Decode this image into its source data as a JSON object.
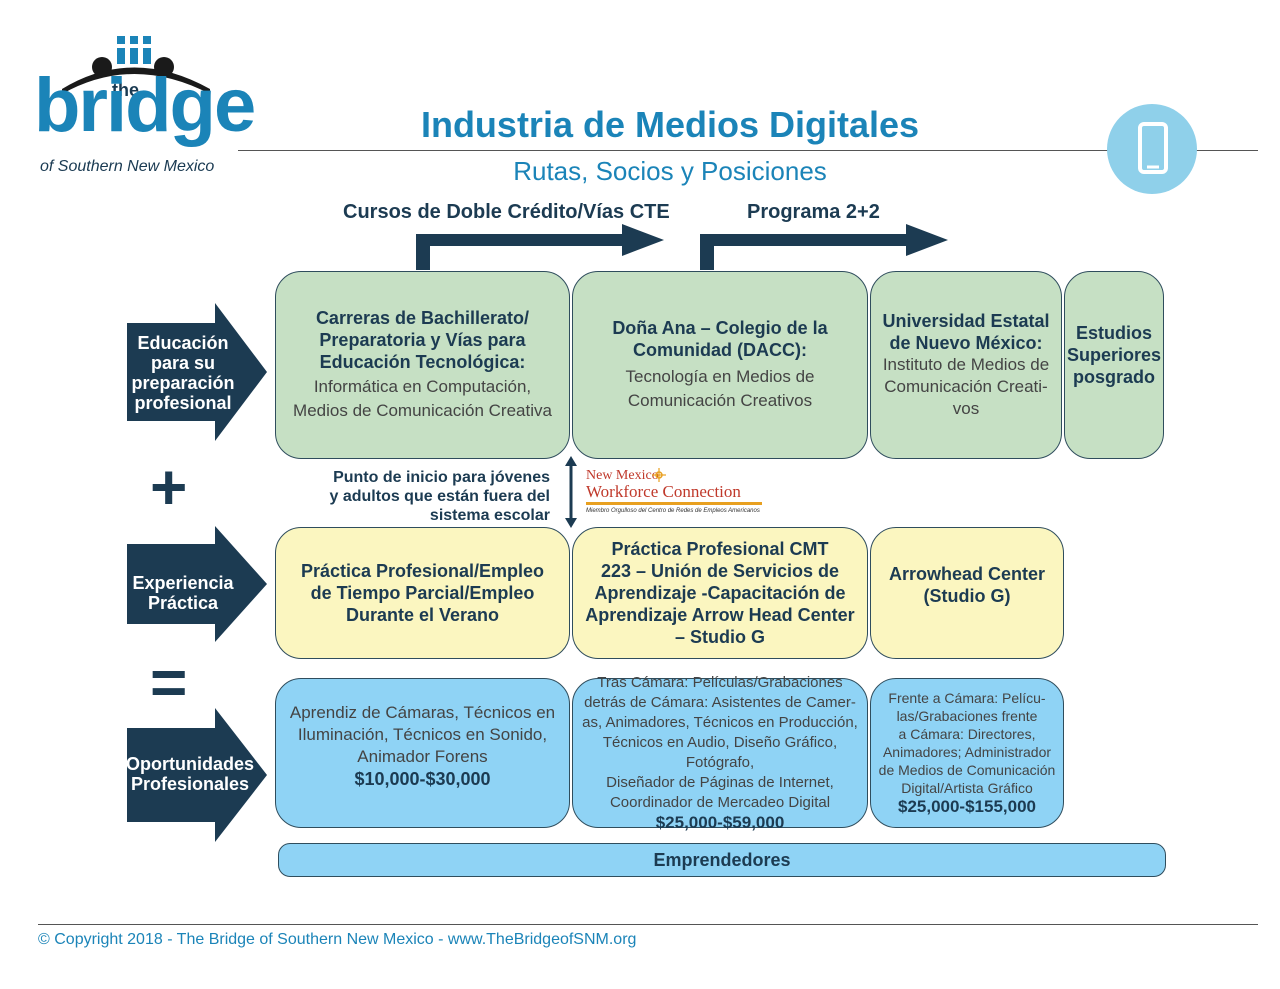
{
  "logo": {
    "the": "the",
    "bridge": "bridge",
    "subtitle": "of Southern New Mexico"
  },
  "header": {
    "title": "Industria de Medios Digitales",
    "subtitle": "Rutas, Socios y Posiciones",
    "icon": "smartphone-icon"
  },
  "arrows": {
    "dual_credit": "Cursos de Doble Crédito/Vías CTE",
    "program": "Programa 2+2"
  },
  "rows": {
    "education": {
      "label_lines": [
        "Educación",
        "para su",
        "preparación",
        "profesional"
      ]
    },
    "experience": {
      "label_lines": [
        "Experiencia",
        "Práctica"
      ]
    },
    "opportunities": {
      "label_lines": [
        "Oportunidades",
        "Profesionales"
      ]
    }
  },
  "operators": {
    "plus": "+",
    "equals": "="
  },
  "education_boxes": [
    {
      "title_lines": [
        "Carreras de Bachillerato/",
        "Preparatoria y Vías para",
        "Educación Tecnológica:"
      ],
      "body_lines": [
        "Informática en Computación,",
        "Medios de Comunicación Creativa"
      ]
    },
    {
      "title_lines": [
        "Doña Ana – Colegio de la",
        "Comunidad (DACC):"
      ],
      "body_lines": [
        "Tecnología en Medios de",
        "Comunicación Creativos"
      ]
    },
    {
      "title_lines": [
        "Universidad Estatal",
        "de Nuevo México:"
      ],
      "body_lines": [
        "Instituto de Medios de",
        "Comunicación Creati-",
        "vos"
      ]
    },
    {
      "title_lines": [
        "Estudios",
        "Superiores",
        "posgrado"
      ],
      "body_lines": []
    }
  ],
  "starting_point_lines": [
    "Punto de inicio para jóvenes",
    "y adultos que están fuera del",
    "sistema escolar"
  ],
  "nm_logo": {
    "line1": "New Mexico",
    "line2": "Workforce Connection",
    "tagline": "Miembro Orgulloso del Centro de Redes de Empleos Americanos"
  },
  "experience_boxes": [
    {
      "lines": [
        "Práctica Profesional/Empleo",
        "de Tiempo Parcial/Empleo",
        "Durante el Verano"
      ]
    },
    {
      "lines": [
        "Práctica Profesional CMT",
        "223 – Unión de Servicios de",
        "Aprendizaje -Capacitación de",
        "Aprendizaje Arrow Head Center",
        "– Studio G"
      ]
    },
    {
      "lines": [
        "Arrowhead Center",
        "(Studio G)"
      ]
    }
  ],
  "opportunity_boxes": [
    {
      "lines": [
        "Aprendiz de Cámaras, Técnicos en",
        "Iluminación, Técnicos en Sonido,",
        "Animador Forens"
      ],
      "salary": "$10,000-$30,000"
    },
    {
      "lines": [
        "Tras Cámara: Películas/Grabaciones",
        "detrás de Cámara: Asistentes de Camer-",
        "as, Animadores, Técnicos en Producción,",
        "Técnicos en Audio, Diseño Gráfico, Fotógrafo,",
        "Diseñador de Páginas de Internet,",
        "Coordinador de Mercadeo Digital"
      ],
      "salary": "$25,000-$59,000"
    },
    {
      "lines": [
        "Frente a Cámara: Pelícu-",
        "las/Grabaciones frente",
        "a Cámara: Directores,",
        "Animadores; Administrador",
        "de Medios de Comunicación",
        "Digital/Artista Gráfico"
      ],
      "salary": "$25,000-$155,000"
    }
  ],
  "entrepreneurs": "Emprendedores",
  "footer": "© Copyright 2018 - The Bridge of Southern New Mexico  - www.TheBridgeofSNM.org",
  "colors": {
    "navy": "#1c3b52",
    "brand_blue": "#1b84b8",
    "green": "#c6e0c4",
    "yellow": "#fbf6c0",
    "light_blue": "#8fd3f5"
  }
}
